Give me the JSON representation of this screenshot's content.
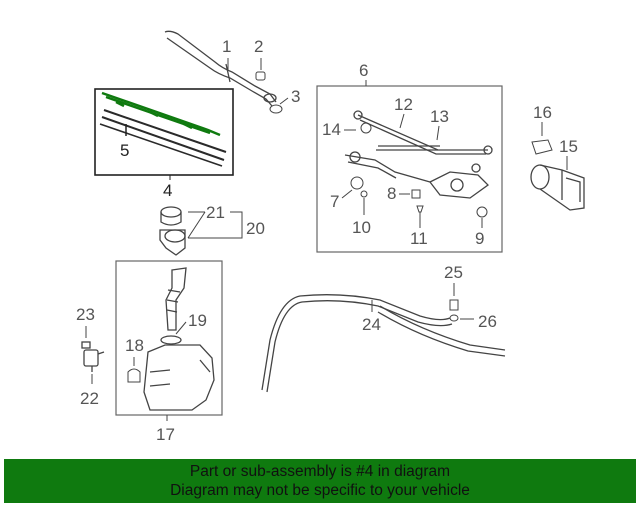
{
  "diagram": {
    "callouts": {
      "c1": "1",
      "c2": "2",
      "c3": "3",
      "c4": "4",
      "c5": "5",
      "c6": "6",
      "c7": "7",
      "c8": "8",
      "c9": "9",
      "c10": "10",
      "c11": "11",
      "c12": "12",
      "c13": "13",
      "c14": "14",
      "c15": "15",
      "c16": "16",
      "c17": "17",
      "c18": "18",
      "c19": "19",
      "c20": "20",
      "c21": "21",
      "c22": "22",
      "c23": "23",
      "c24": "24",
      "c25": "25",
      "c26": "26"
    },
    "highlight_color": "#0f7a0f"
  },
  "footer": {
    "line1": "Part or sub-assembly is #4 in diagram",
    "line2": "Diagram may not be specific to your vehicle",
    "background": "#0f7a0f"
  }
}
